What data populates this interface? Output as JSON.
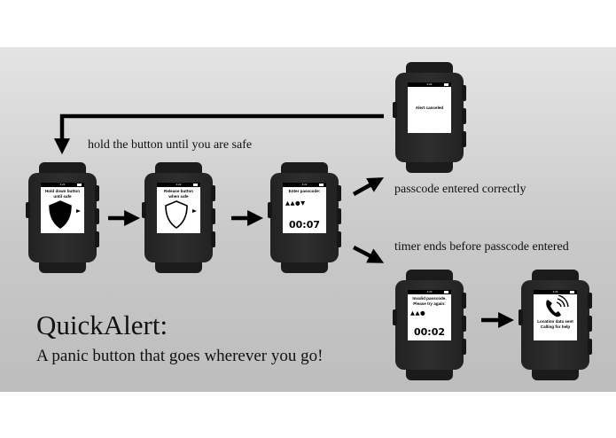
{
  "captions": {
    "hold": "hold the button until you are safe",
    "correct": "passcode entered correctly",
    "timer_ends": "timer ends before passcode entered"
  },
  "title": "QuickAlert:",
  "subtitle": "A panic button that goes wherever you go!",
  "watches": {
    "hold": {
      "time": "4:21",
      "text": "Hold down button\nuntil safe"
    },
    "release": {
      "time": "4:22",
      "text": "Release button\nwhen safe"
    },
    "passcode": {
      "time": "4:22",
      "text": "Enter passcode:",
      "symbols": "▲▲●▼",
      "timer": "00:07"
    },
    "canceled": {
      "time": "4:24",
      "text": "Alert canceled"
    },
    "invalid": {
      "time": "4:23",
      "text": "Invalid passcode.\nPlease try again:",
      "symbols": "▲▲●",
      "timer": "00:02"
    },
    "sent": {
      "time": "4:23",
      "text": "Location data sent\nCalling for help"
    }
  },
  "colors": {
    "background_top": "#e4e4e4",
    "background_bottom": "#bdbdbd",
    "watch": "#222222",
    "arrow": "#000000"
  }
}
